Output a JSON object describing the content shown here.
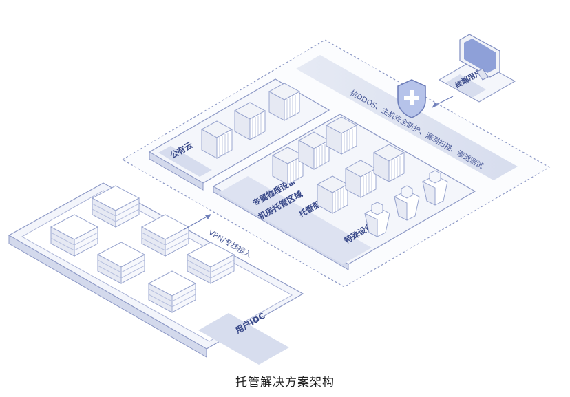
{
  "labels": {
    "idc": "用户IDC",
    "vpn": "VPN/专线接入",
    "public_cloud": "公有云",
    "hosting_area": "机房托管区域",
    "dedicated_physical": "专属物理设备",
    "hosted_servers": "托管服务器",
    "special_devices": "特殊设备",
    "security": "抗DDOS、主机安全防护、漏洞扫描、渗透测试",
    "end_user": "终端用户"
  },
  "caption": "托管解决方案架构",
  "colors": {
    "line": "#9aa6cf",
    "band": "#dfe4f1",
    "panel": "#f3f5fb",
    "label_text": "#3a4a8a",
    "shield_fill": "#b6c3ea",
    "shield_stroke": "#6f7fba",
    "monitor_screen": "#8ea0d8"
  },
  "icons": [
    "shield-plus-icon",
    "monitor-icon",
    "server-rack-icon",
    "server-box-icon",
    "device-icon"
  ]
}
